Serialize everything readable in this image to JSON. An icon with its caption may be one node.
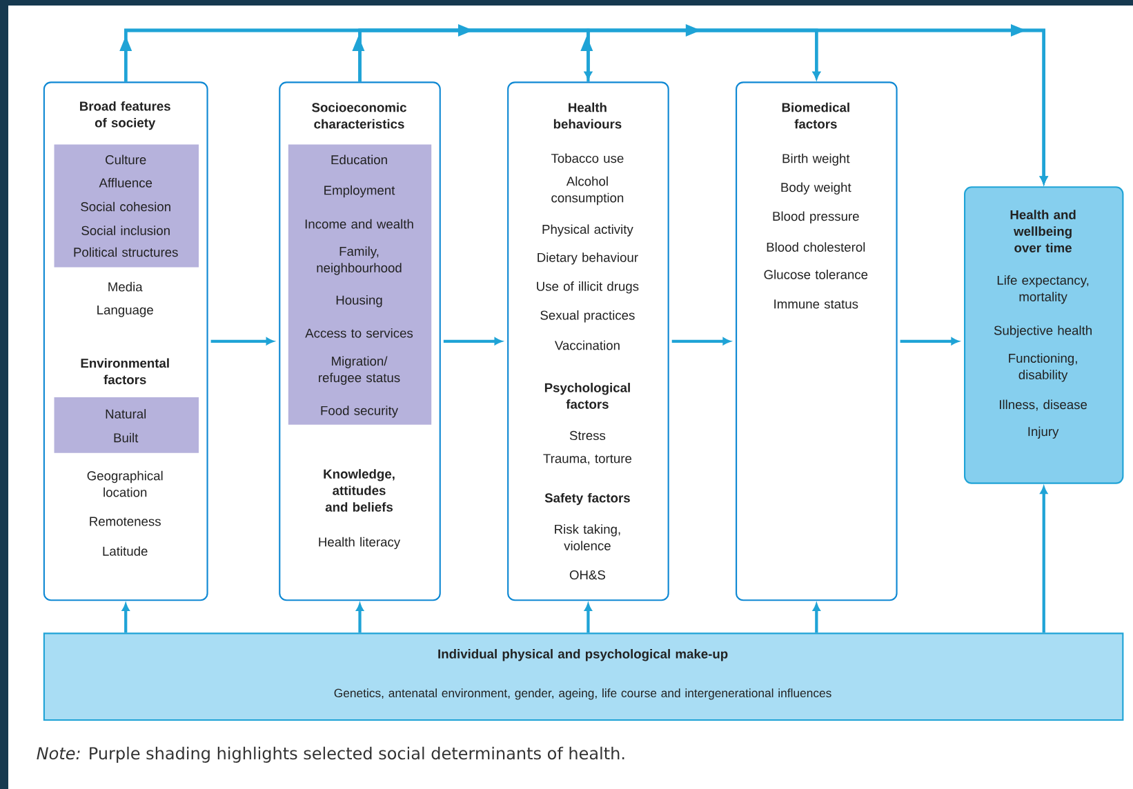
{
  "diagram": {
    "caption": "*Note:* Purple shading highlights selected social determinants of health.",
    "nodes": [
      {
        "text": [
          "Broad features of society",
          "Media",
          "Language",
          "Environmental factors",
          "Geographical location",
          "Remoteness",
          "Latitude"
        ]
      },
      {
        "text": [
          "Culture",
          "Affluence",
          "Social cohesion",
          "Social inclusion",
          "Political structures"
        ],
        "in": 0
      },
      {
        "text": [
          "Natural",
          "Built"
        ],
        "in": 0
      },
      {
        "text": [
          "Socioeconomic characteristics",
          "Knowledge, attitudes and beliefs",
          "Health literacy"
        ]
      },
      {
        "text": [
          "Education",
          "Employment",
          "Income and wealth",
          "Family, neighbourhood",
          "Housing",
          "Access to services",
          "Migration/ refugee status",
          "Food security"
        ],
        "in": 3
      },
      {
        "text": [
          "Health behaviours",
          "Tobacco use",
          "Alcohol consumption",
          "Physical activity",
          "Dietary behaviour",
          "Use of illicit drugs",
          "Sexual practices",
          "Vaccination",
          "Psychological factors",
          "Stress",
          "Trauma, torture",
          "Safety factors",
          "Risk taking, violence",
          "OH&S"
        ]
      },
      {
        "text": [
          "Biomedical factors",
          "Birth weight",
          "Body weight",
          "Blood pressure",
          "Blood cholesterol",
          "Glucose tolerance",
          "Immune status"
        ]
      },
      {
        "text": [
          "Health and wellbeing over time",
          "Life expectancy, mortality",
          "Subjective health",
          "Functioning, disability",
          "Illness, disease",
          "Injury"
        ]
      },
      {
        "text": [
          "Individual physical and psychological make-up",
          "Genetics, antenatal environment, gender, ageing, life course and intergenerational influences"
        ]
      }
    ],
    "edges": [
      {
        "from": 0,
        "to": 3,
        "arrow": "to"
      },
      {
        "from": 3,
        "to": 5,
        "arrow": "to"
      },
      {
        "from": 5,
        "to": 6,
        "arrow": "to"
      },
      {
        "from": 6,
        "to": 7,
        "arrow": "to"
      },
      {
        "from": 8,
        "to": 0,
        "arrow": "to"
      },
      {
        "from": 8,
        "to": 3,
        "arrow": "to"
      },
      {
        "from": 8,
        "to": 5,
        "arrow": "to"
      },
      {
        "from": 8,
        "to": 6,
        "arrow": "to"
      },
      {
        "from": 8,
        "to": 7,
        "arrow": "to"
      },
      {
        "from": 0,
        "to": 7,
        "arrow": "to"
      },
      {
        "from": 3,
        "to": 7,
        "arrow": "to"
      },
      {
        "from": 5,
        "to": 7,
        "arrow": "to"
      },
      {
        "from": 0,
        "to": 6,
        "arrow": "to"
      },
      {
        "from": 3,
        "to": 6,
        "arrow": "to"
      },
      {
        "from": 0,
        "to": 5,
        "arrow": "to"
      },
      {
        "from": 3,
        "to": 5,
        "arrow": "to"
      }
    ]
  }
}
